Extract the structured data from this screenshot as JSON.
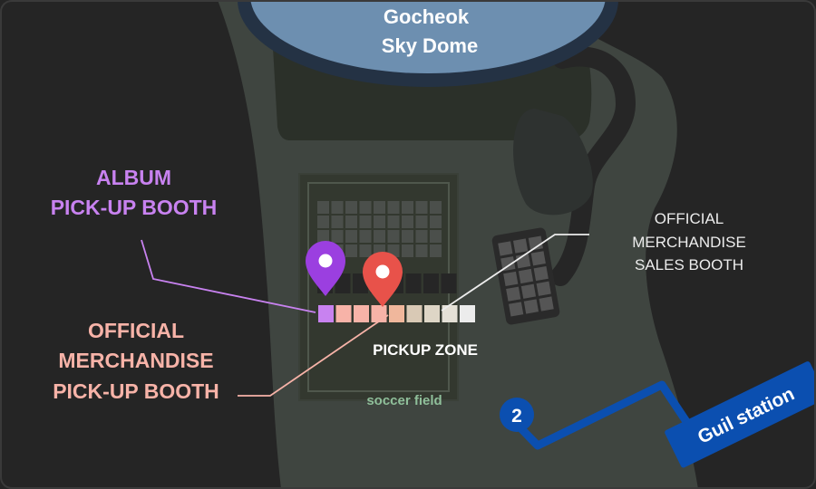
{
  "venue": {
    "line1": "Gocheok",
    "line2": "Sky Dome"
  },
  "zone_label": "PICKUP ZONE",
  "field_label": "soccer field",
  "album_booth": {
    "line1": "ALBUM",
    "line2": "PICK-UP BOOTH"
  },
  "merch_pickup_booth": {
    "line1": "OFFICIAL",
    "line2": "MERCHANDISE",
    "line3": "PICK-UP BOOTH"
  },
  "merch_sales_booth": {
    "line1": "OFFICIAL",
    "line2": "MERCHANDISE",
    "line3": "SALES BOOTH"
  },
  "station": {
    "line_number": "2",
    "name": "Guil station"
  },
  "colors": {
    "background": "#252525",
    "park": "#3f4540",
    "dome": "#6d8fb0",
    "album": "#c882f0",
    "album_pin": "#9b3fe0",
    "merch_pickup": "#f7b3a8",
    "merch_pin": "#e8524a",
    "sales": "#ececec",
    "subway": "#0b4fb0",
    "field_text": "#8fbf9a"
  },
  "icons": [
    "map-pin-icon",
    "subway-line-2-icon"
  ]
}
